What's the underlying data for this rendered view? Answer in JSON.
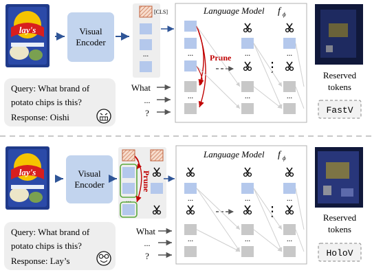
{
  "colors": {
    "token_blue": "#b4c8ec",
    "token_gray": "#c8c8c8",
    "encoder_fill": "#c2d4ee",
    "prune_red": "#c00000",
    "arrow_blue": "#2f5597",
    "green_border": "#5aa93c",
    "cls_fill": "#f7dccc",
    "query_bg": "#eeeeee",
    "lm_panel_border": "#b0b0b0"
  },
  "icons": {
    "chips_bag": "chips-bag-image",
    "scissors": "scissors-icon",
    "face_bad": "grimacing-face-icon",
    "face_good": "nerd-face-icon",
    "reserved_map": "reserved-token-map-image"
  },
  "top": {
    "encoder_label_1": "Visual",
    "encoder_label_2": "Encoder",
    "cls_label": "[CLS]",
    "lm_title": "Language Model",
    "lm_symbol": "f",
    "lm_subscript": "ϕ",
    "prune_label": "Prune",
    "text_token_1": "What",
    "text_token_2": "...",
    "text_token_3": "?",
    "dots": "...",
    "vdots": "⋮",
    "reserved_1": "Reserved",
    "reserved_2": "tokens",
    "method": "FastV",
    "query_line_1": "Query: What brand of",
    "query_line_2": "potato chips is this?",
    "response": "Response: Oishi",
    "brand_on_bag": "lay's"
  },
  "bottom": {
    "encoder_label_1": "Visual",
    "encoder_label_2": "Encoder",
    "lm_title": "Language Model",
    "lm_symbol": "f",
    "lm_subscript": "ϕ",
    "prune_label": "Prune",
    "text_token_1": "What",
    "text_token_2": "...",
    "text_token_3": "?",
    "dots": "...",
    "vdots": "⋮",
    "reserved_1": "Reserved",
    "reserved_2": "tokens",
    "method": "HoloV",
    "query_line_1": "Query: What brand of",
    "query_line_2": "potato chips is this?",
    "response": "Response: Lay’s",
    "brand_on_bag": "lay's"
  }
}
